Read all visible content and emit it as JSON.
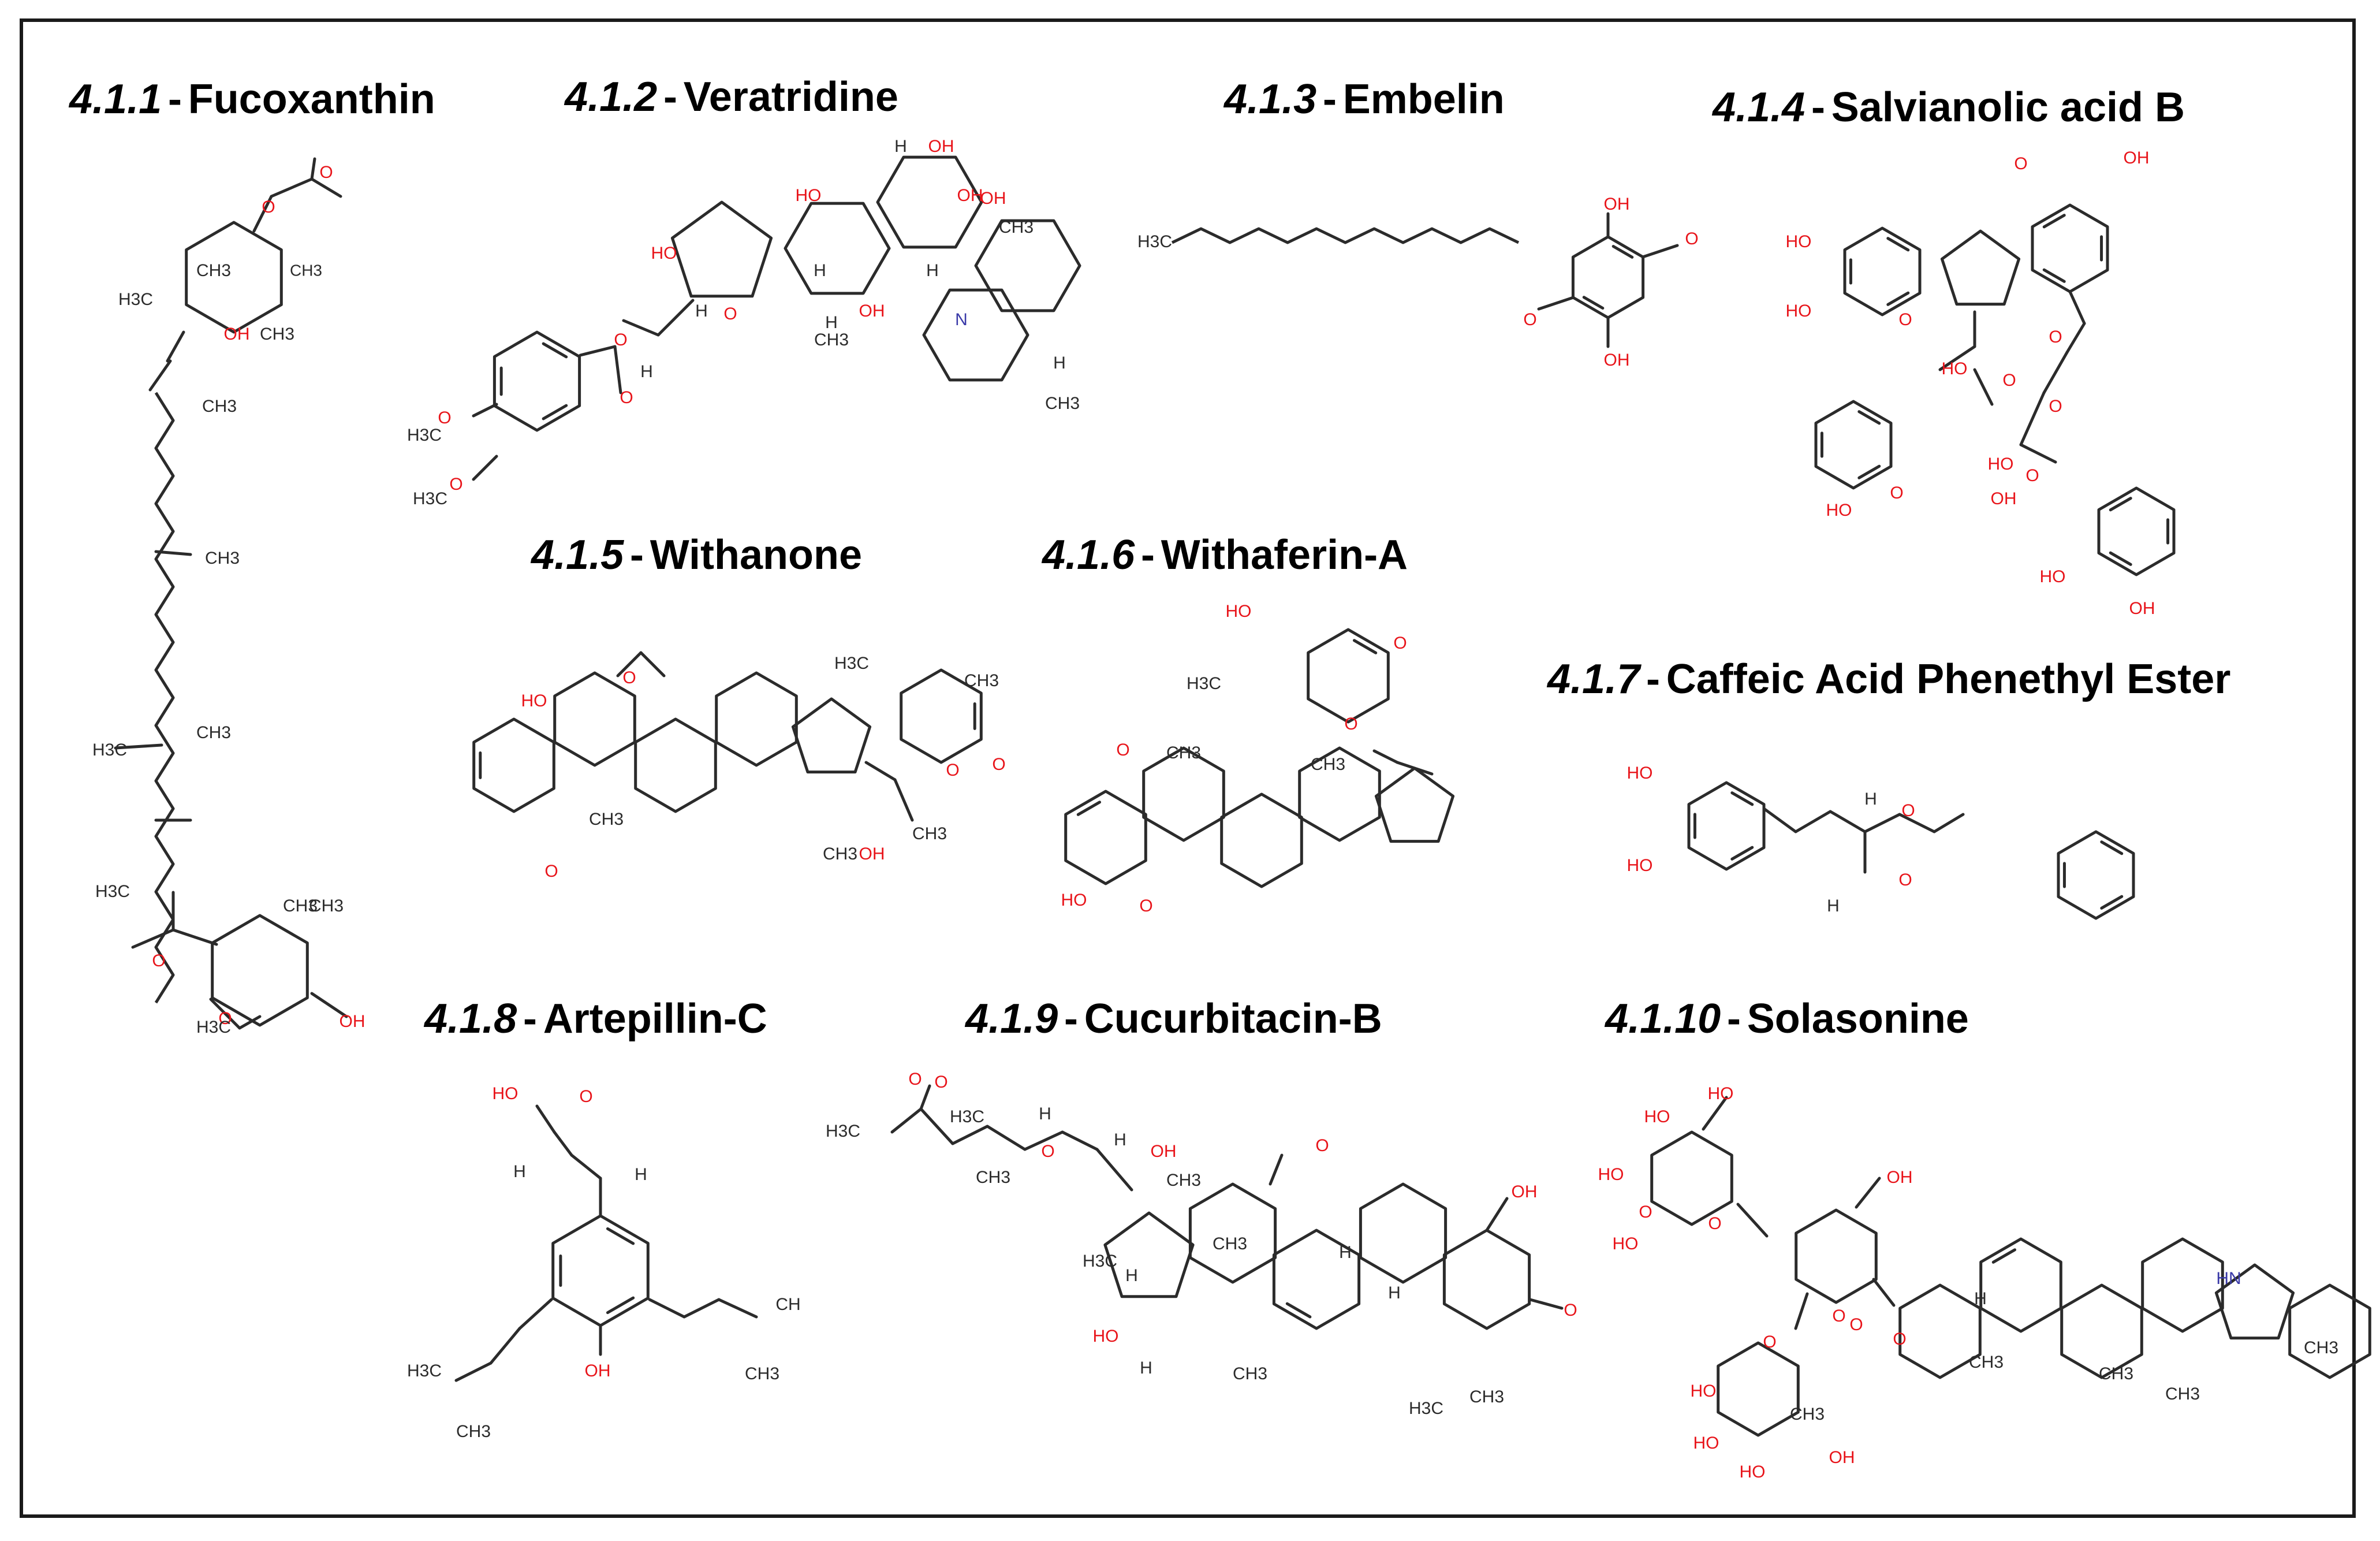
{
  "figure": {
    "sep": "-",
    "compounds": [
      {
        "id": "fucoxanthin",
        "number": "4.1.1",
        "name": "Fucoxanthin",
        "atom_labels": [
          "O",
          "O",
          "CH3",
          "CH3",
          "H3C",
          "OH",
          "CH3",
          "CH3",
          "CH3",
          "CH3",
          "H3C",
          "H3C",
          "O",
          "CH3",
          "CH3",
          "O",
          "H3C",
          "OH"
        ]
      },
      {
        "id": "veratridine",
        "number": "4.1.2",
        "name": "Veratridine",
        "atom_labels": [
          "H",
          "OH",
          "HO",
          "OH",
          "OH",
          "HO",
          "H",
          "O",
          "H",
          "H",
          "CH3",
          "H",
          "OH",
          "N",
          "CH3",
          "H",
          "CH3",
          "O",
          "H",
          "O",
          "O",
          "H3C",
          "O",
          "H3C"
        ]
      },
      {
        "id": "embelin",
        "number": "4.1.3",
        "name": "Embelin",
        "atom_labels": [
          "H3C",
          "OH",
          "O",
          "O",
          "OH"
        ]
      },
      {
        "id": "salvianolic-acid-b",
        "number": "4.1.4",
        "name": "Salvianolic acid B",
        "atom_labels": [
          "OH",
          "O",
          "HO",
          "HO",
          "O",
          "O",
          "HO",
          "O",
          "O",
          "O",
          "HO",
          "OH",
          "HO",
          "O",
          "HO",
          "OH"
        ]
      },
      {
        "id": "withanone",
        "number": "4.1.5",
        "name": "Withanone",
        "atom_labels": [
          "O",
          "HO",
          "H3C",
          "CH3",
          "O",
          "O",
          "CH3",
          "O",
          "CH3",
          "OH",
          "CH3"
        ]
      },
      {
        "id": "withaferin-a",
        "number": "4.1.6",
        "name": "Withaferin-A",
        "atom_labels": [
          "HO",
          "O",
          "H3C",
          "O",
          "O",
          "CH3",
          "CH3",
          "HO",
          "O"
        ]
      },
      {
        "id": "cape",
        "number": "4.1.7",
        "name": "Caffeic Acid Phenethyl Ester",
        "atom_labels": [
          "HO",
          "HO",
          "H",
          "O",
          "H",
          "O"
        ]
      },
      {
        "id": "artepillin-c",
        "number": "4.1.8",
        "name": "Artepillin-C",
        "atom_labels": [
          "HO",
          "O",
          "H",
          "H",
          "CH",
          "H3C",
          "CH3",
          "OH",
          "CH3"
        ]
      },
      {
        "id": "cucurbitacin-b",
        "number": "4.1.9",
        "name": "Cucurbitacin-B",
        "atom_labels": [
          "O",
          "H3C",
          "O",
          "H3C",
          "CH3",
          "H",
          "O",
          "H",
          "OH",
          "O",
          "CH3",
          "OH",
          "H3C",
          "H",
          "CH3",
          "H",
          "H",
          "HO",
          "H",
          "CH3",
          "O",
          "H3C",
          "CH3"
        ]
      },
      {
        "id": "solasonine",
        "number": "4.1.10",
        "name": "Solasonine",
        "atom_labels": [
          "HO",
          "HO",
          "HO",
          "O",
          "HO",
          "OH",
          "O",
          "O",
          "HN",
          "CH3",
          "O",
          "O",
          "H",
          "CH3",
          "CH3",
          "CH3",
          "HO",
          "O",
          "CH3",
          "HO",
          "OH",
          "HO"
        ]
      }
    ]
  },
  "colors": {
    "frame": "#1a1a1a",
    "bond": "#2b2b2b",
    "oxygen": "#e8141a",
    "nitrogen": "#3a3aa8",
    "carbon_label": "#2b2b2b"
  }
}
